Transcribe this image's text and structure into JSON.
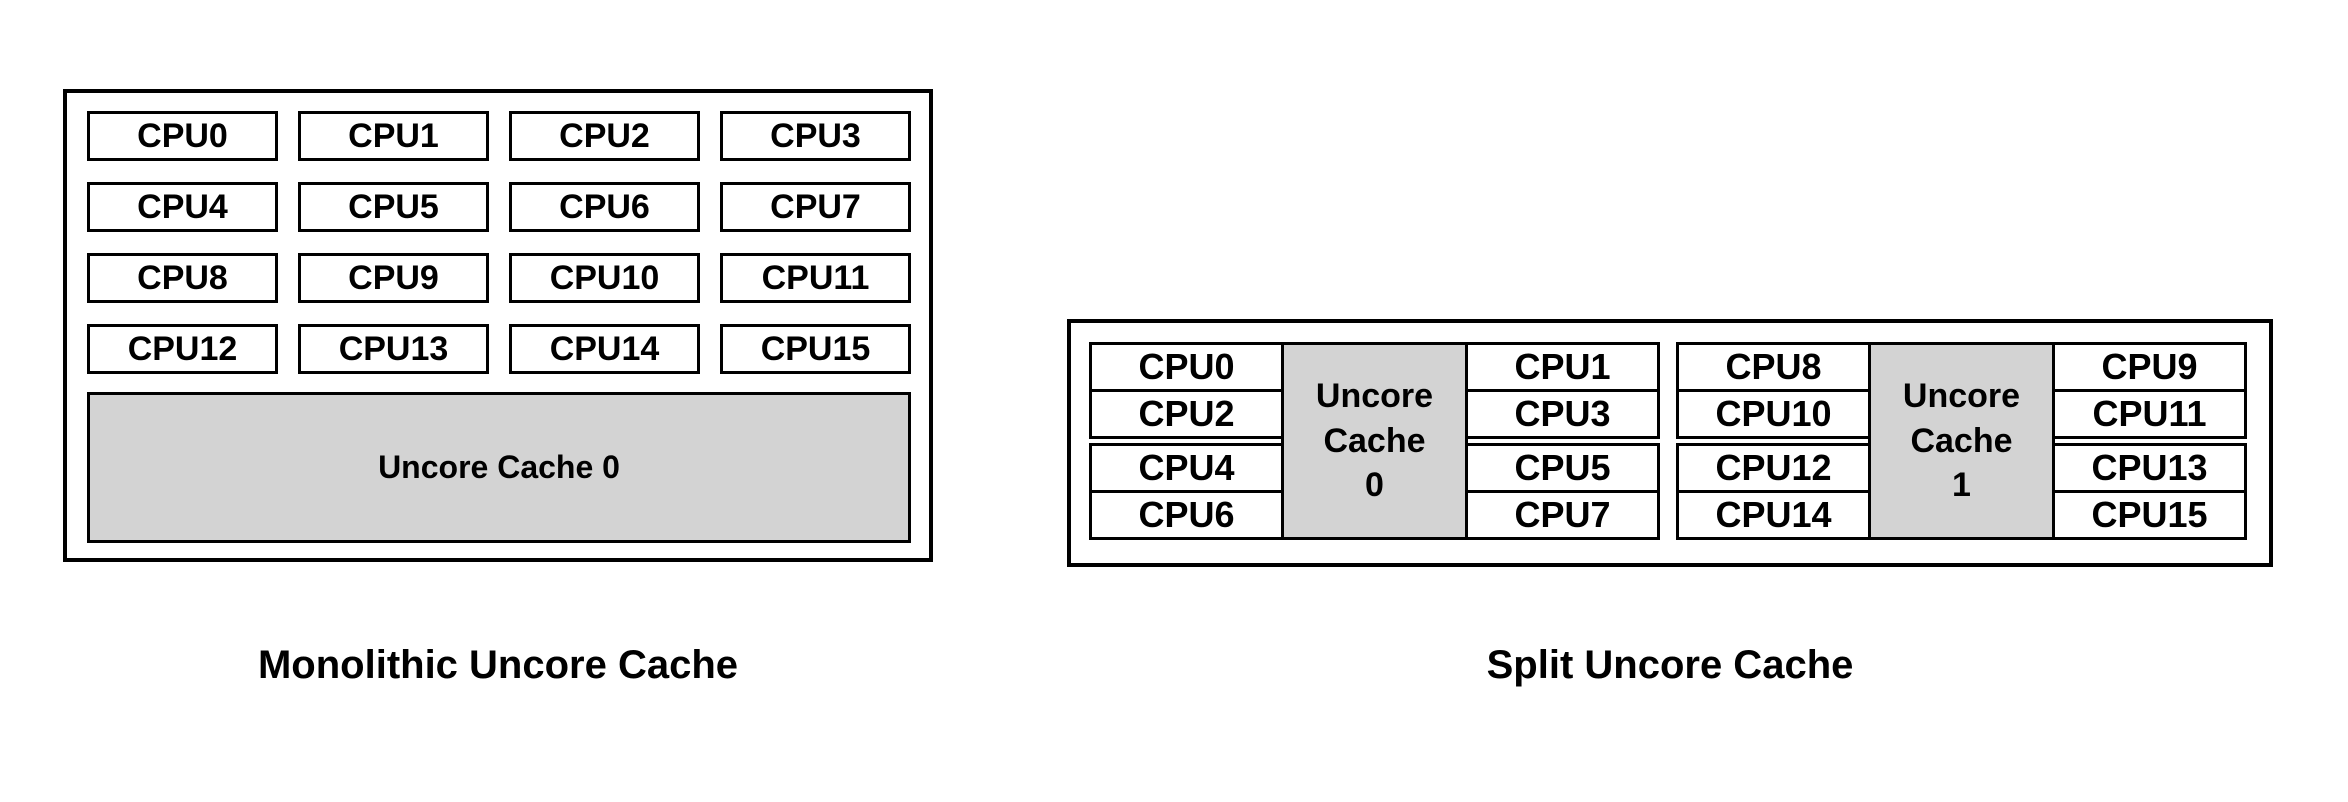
{
  "colors": {
    "border": "#000000",
    "cache_fill": "#d3d3d3",
    "background": "#ffffff"
  },
  "monolithic": {
    "caption": "Monolithic Uncore Cache",
    "cpus": [
      "CPU0",
      "CPU1",
      "CPU2",
      "CPU3",
      "CPU4",
      "CPU5",
      "CPU6",
      "CPU7",
      "CPU8",
      "CPU9",
      "CPU10",
      "CPU11",
      "CPU12",
      "CPU13",
      "CPU14",
      "CPU15"
    ],
    "cache_label": "Uncore Cache 0"
  },
  "split": {
    "caption": "Split Uncore Cache",
    "groups": [
      {
        "left_cpus": [
          "CPU0",
          "CPU2",
          "CPU4",
          "CPU6"
        ],
        "cache_lines": [
          "Uncore",
          "Cache",
          "0"
        ],
        "right_cpus": [
          "CPU1",
          "CPU3",
          "CPU5",
          "CPU7"
        ]
      },
      {
        "left_cpus": [
          "CPU8",
          "CPU10",
          "CPU12",
          "CPU14"
        ],
        "cache_lines": [
          "Uncore",
          "Cache",
          "1"
        ],
        "right_cpus": [
          "CPU9",
          "CPU11",
          "CPU13",
          "CPU15"
        ]
      }
    ]
  }
}
